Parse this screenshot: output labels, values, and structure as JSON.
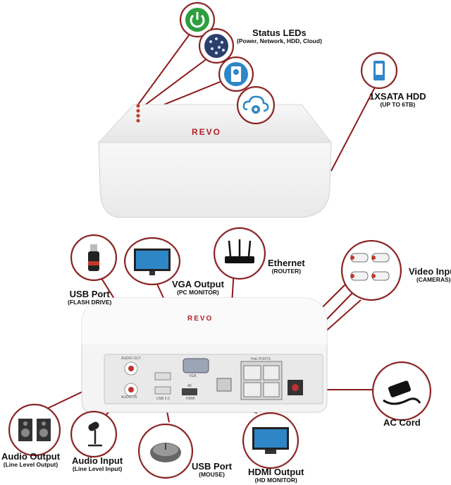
{
  "callouts": {
    "status_leds": {
      "title": "Status LEDs",
      "sub": "(Power, Network, HDD, Cloud)"
    },
    "hdd": {
      "title": "1XSATA HDD",
      "sub": "(UP TO 6TB)"
    },
    "usb_front": {
      "title": "USB Port",
      "sub": "(FLASH DRIVE)"
    },
    "vga": {
      "title": "VGA Output",
      "sub": "(PC MONITOR)"
    },
    "ethernet": {
      "title": "Ethernet",
      "sub": "(ROUTER)"
    },
    "video_input": {
      "title": "Video Input",
      "sub": "(CAMERAS)"
    },
    "ac_cord": {
      "title": "AC Cord",
      "sub": ""
    },
    "audio_output": {
      "title": "Audio Output",
      "sub": "(Line Level Output)"
    },
    "audio_input": {
      "title": "Audio Input",
      "sub": "(Line Level Input)"
    },
    "usb_mouse": {
      "title": "USB Port",
      "sub": "(MOUSE)"
    },
    "hdmi": {
      "title": "HDMI Output",
      "sub": "(HD MONITOR)"
    }
  },
  "device_text": {
    "brand": "REVO",
    "audio_out": "AUDIO OUT",
    "audio_in": "AUDIO IN",
    "usb": "USB 2.0",
    "vga": "VGA",
    "hdmi": "HDMI",
    "k4": "4K",
    "poe": "PoE PORTS"
  },
  "colors": {
    "line": "#8b1a1a",
    "power_green": "#2e9e3e",
    "blue": "#2f86c6"
  }
}
